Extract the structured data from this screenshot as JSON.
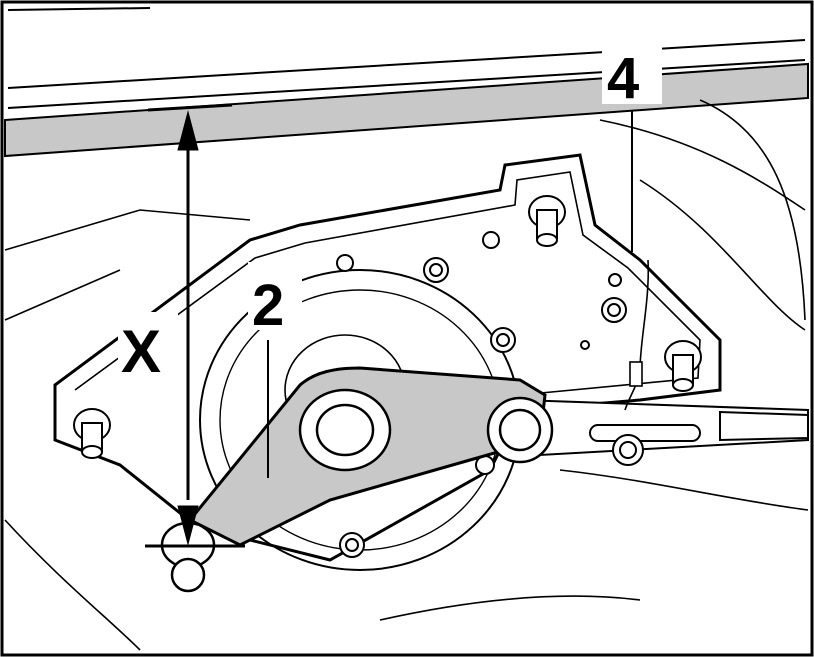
{
  "figure": {
    "callouts": {
      "part_2": "2",
      "part_4": "4",
      "dimension_x": "X"
    },
    "colors": {
      "line": "#000000",
      "highlight": "#c8c8c8",
      "background": "#ffffff"
    }
  }
}
